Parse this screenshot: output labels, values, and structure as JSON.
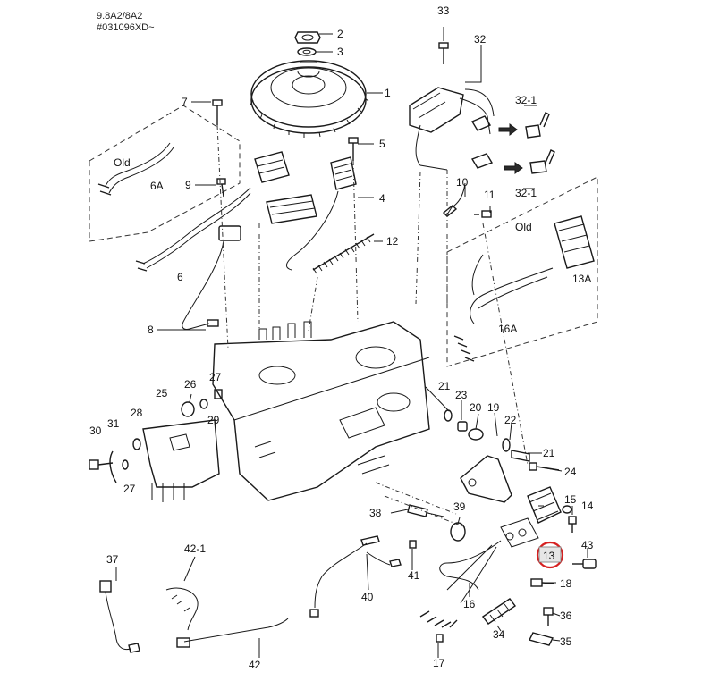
{
  "header": {
    "line1": "9.8A2/8A2",
    "line2": "#031096XD~"
  },
  "highlight": {
    "part": "13",
    "color": "#d62020"
  },
  "labels": {
    "l1": "1",
    "l2": "2",
    "l3": "3",
    "l4": "4",
    "l5": "5",
    "l6": "6",
    "l6A": "6A",
    "l7": "7",
    "l8": "8",
    "l9": "9",
    "l10": "10",
    "l11": "11",
    "l12": "12",
    "l13": "13",
    "l13A": "13A",
    "l14": "14",
    "l15": "15",
    "l16": "16",
    "l16A": "16A",
    "l17": "17",
    "l18": "18",
    "l19": "19",
    "l20": "20",
    "l21a": "21",
    "l21b": "21",
    "l22": "22",
    "l23": "23",
    "l24": "24",
    "l25": "25",
    "l26": "26",
    "l27a": "27",
    "l27b": "27",
    "l28": "28",
    "l29": "29",
    "l30": "30",
    "l31": "31",
    "l32": "32",
    "l32_1a": "32-1",
    "l32_1b": "32-1",
    "l33": "33",
    "l34": "34",
    "l35": "35",
    "l36": "36",
    "l37": "37",
    "l38": "38",
    "l39": "39",
    "l40": "40",
    "l41": "41",
    "l42": "42",
    "l42_1": "42-1",
    "l43": "43",
    "oldA": "Old",
    "oldB": "Old"
  }
}
